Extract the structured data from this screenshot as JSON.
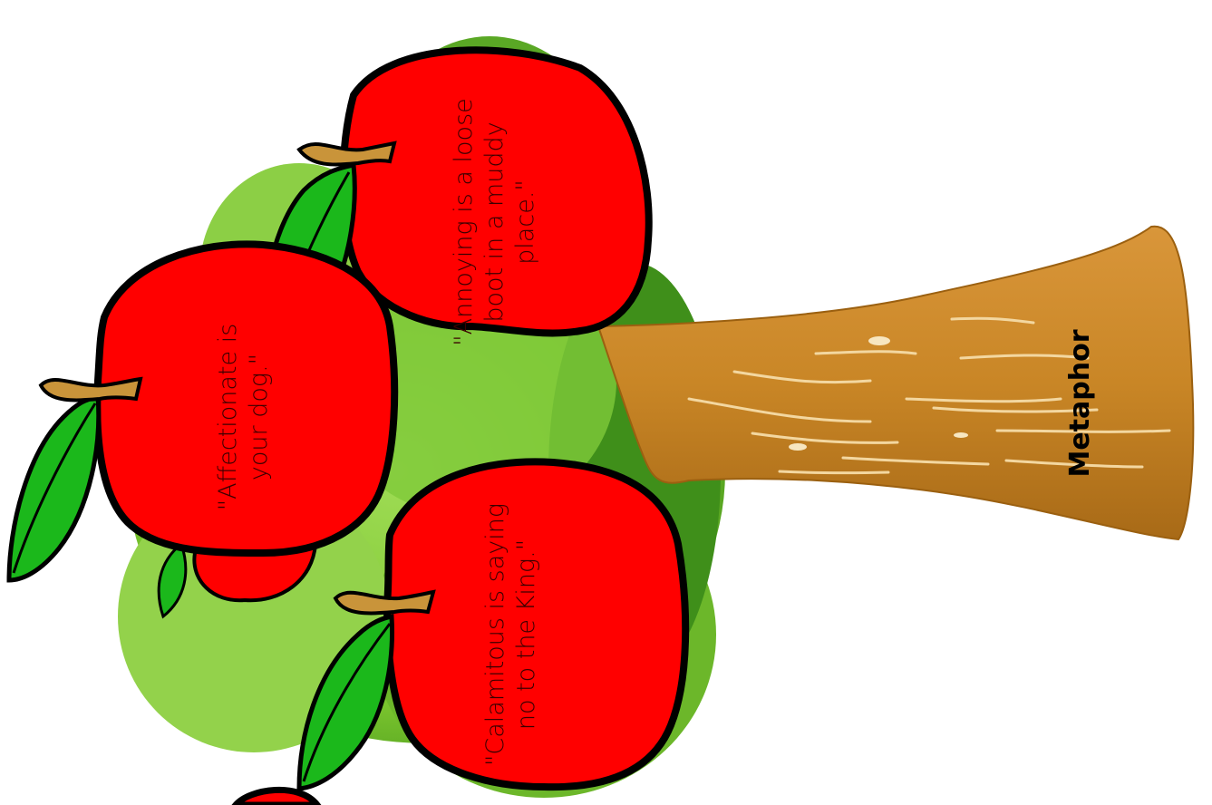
{
  "title": "Metaphor",
  "apples": [
    {
      "text": "\"Annoying is a loose boot in a muddy place.\""
    },
    {
      "text": "\"Affectionate is your dog.\""
    },
    {
      "text": "\"Calamitous is saying no to the King.\""
    }
  ],
  "colors": {
    "apple": "#ff0000",
    "outline": "#000000",
    "foliage_light": "#8fd13a",
    "foliage_dark": "#3f8f1a",
    "trunk": "#c4821f",
    "leaf": "#1bb81b",
    "stem": "#c9943a"
  }
}
